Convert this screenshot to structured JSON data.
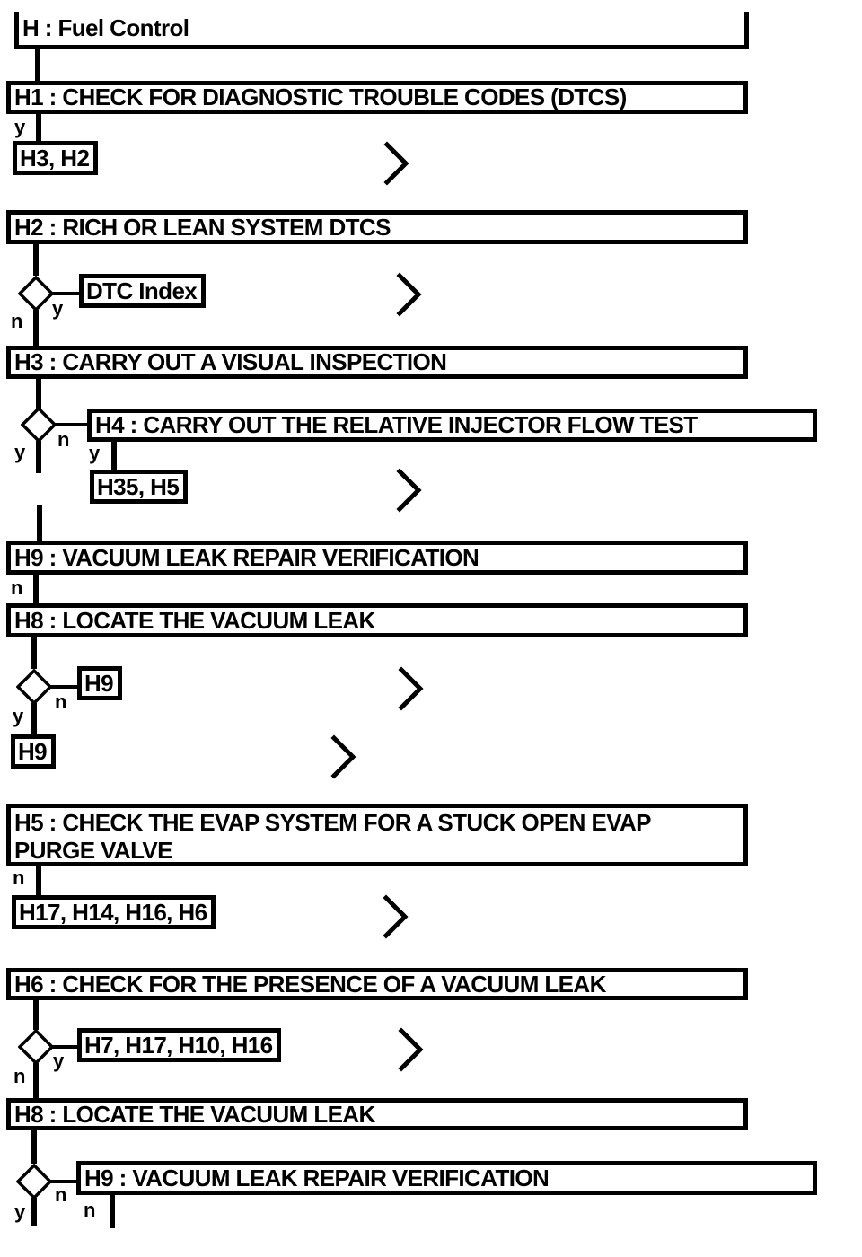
{
  "diagram": {
    "title": "H : Fuel Control",
    "yes": "y",
    "no": "n",
    "steps": {
      "h1": "H1 : CHECK FOR DIAGNOSTIC TROUBLE CODES (DTCS)",
      "h2": "H2 : RICH OR LEAN SYSTEM DTCS",
      "h3": "H3 : CARRY OUT A VISUAL INSPECTION",
      "h4": "H4 : CARRY OUT THE RELATIVE INJECTOR FLOW TEST",
      "h9_repair_verification": "H9 : VACUUM LEAK REPAIR VERIFICATION",
      "h8_locate_leak": "H8 : LOCATE THE VACUUM LEAK",
      "h5_line1": "H5 : CHECK THE EVAP SYSTEM FOR A STUCK OPEN EVAP",
      "h5_line2": "PURGE VALVE",
      "h6": "H6 : CHECK FOR THE PRESENCE OF A VACUUM LEAK",
      "h8_locate_leak_2": "H8 : LOCATE THE VACUUM LEAK",
      "h9_repair_verification_2": "H9 : VACUUM LEAK REPAIR VERIFICATION"
    },
    "links": {
      "h1_yes": "H3, H2",
      "h2_yes": "DTC Index",
      "h4_yes": "H35, H5",
      "h8_no": "H9",
      "h8_yes": "H9",
      "h5_no": "H17, H14, H16, H6",
      "h6_yes": "H7, H17, H10, H16"
    }
  }
}
